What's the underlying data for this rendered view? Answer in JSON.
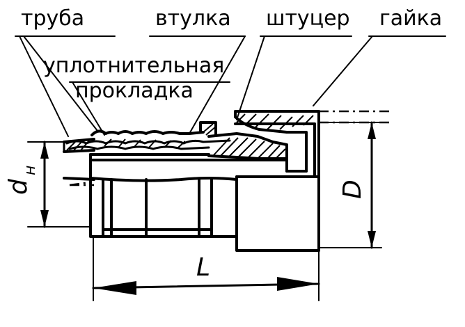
{
  "labels": {
    "pipe": "труба",
    "sleeve": "втулка",
    "fitting": "штуцер",
    "nut": "гайка",
    "gasket_line1": "уплотнительная",
    "gasket_line2": "прокладка"
  },
  "dimensions": {
    "outer_pipe_diameter": "d",
    "outer_pipe_diameter_subscript": "н",
    "nut_diameter": "D",
    "length": "L"
  }
}
